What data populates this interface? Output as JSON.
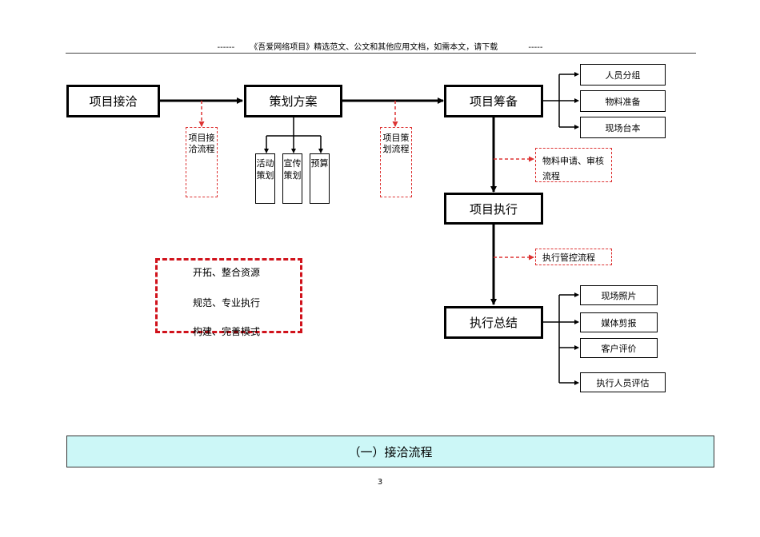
{
  "header": {
    "left_dashes": "------",
    "title": "《吾爱网络项目》精选范文、公文和其他应用文档，如需本文，请下载",
    "right_dashes": "-----"
  },
  "main_flow": {
    "step1": "项目接洽",
    "step2": "策划方案",
    "step3": "项目筹备",
    "step4": "项目执行",
    "step5": "执行总结"
  },
  "sub_processes": {
    "contact": "项目接洽流程",
    "planning": "项目策划流程",
    "material": "物料申请、审核流程",
    "control": "执行管控流程"
  },
  "plan_items": [
    "活动策划",
    "宣传策划",
    "预算"
  ],
  "prep_items": [
    "人员分组",
    "物料准备",
    "现场台本"
  ],
  "summary_items": [
    "现场照片",
    "媒体剪报",
    "客户评价",
    "执行人员评估"
  ],
  "motto": [
    "开拓、整合资源",
    "规范、专业执行",
    "构建、完善模式"
  ],
  "section_title": "（一）接洽流程",
  "page_number": "3",
  "colors": {
    "red_dash": "#d0121b",
    "banner": "#ccf7f7"
  }
}
